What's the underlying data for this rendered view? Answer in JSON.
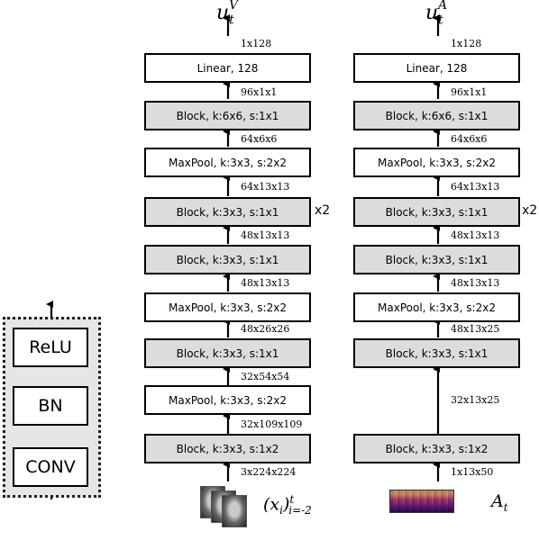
{
  "legend": {
    "relu": "ReLU",
    "bn": "BN",
    "conv": "CONV"
  },
  "visual": {
    "title_base": "u",
    "title_sub": "t",
    "title_sup": "V",
    "repeat_marker": "x2",
    "input_label": "(x",
    "input_label_sub": "i",
    "input_label_mid": ")",
    "input_label_sup": "t",
    "input_label_range": "i=-2",
    "layers": [
      {
        "label": "Linear, 128",
        "style": "white",
        "out": "1x128"
      },
      {
        "label": "Block, k:6x6, s:1x1",
        "style": "gray",
        "out": "96x1x1"
      },
      {
        "label": "MaxPool, k:3x3, s:2x2",
        "style": "white",
        "out": "64x6x6"
      },
      {
        "label": "Block, k:3x3, s:1x1",
        "style": "gray",
        "out": "64x13x13"
      },
      {
        "label": "Block, k:3x3, s:1x1",
        "style": "gray",
        "out": "48x13x13"
      },
      {
        "label": "MaxPool, k:3x3, s:2x2",
        "style": "white",
        "out": "48x13x13"
      },
      {
        "label": "Block, k:3x3, s:1x1",
        "style": "gray",
        "out": "48x26x26"
      },
      {
        "label": "MaxPool, k:3x3, s:2x2",
        "style": "white",
        "out": "32x54x54"
      },
      {
        "label": "Block, k:3x3, s:1x2",
        "style": "gray",
        "out": "32x109x109"
      }
    ],
    "input_dim": "3x224x224"
  },
  "audio": {
    "title_base": "u",
    "title_sub": "t",
    "title_sup": "A",
    "repeat_marker": "x2",
    "input_label": "A",
    "input_label_sub": "t",
    "layers": [
      {
        "label": "Linear, 128",
        "style": "white",
        "out": "1x128"
      },
      {
        "label": "Block, k:6x6, s:1x1",
        "style": "gray",
        "out": "96x1x1"
      },
      {
        "label": "MaxPool, k:3x3, s:2x2",
        "style": "white",
        "out": "64x6x6"
      },
      {
        "label": "Block, k:3x3, s:1x1",
        "style": "gray",
        "out": "64x13x13"
      },
      {
        "label": "Block, k:3x3, s:1x1",
        "style": "gray",
        "out": "48x13x13"
      },
      {
        "label": "MaxPool, k:3x3, s:2x2",
        "style": "white",
        "out": "48x13x13"
      },
      {
        "label": "Block, k:3x3, s:1x1",
        "style": "gray",
        "out": "48x13x25"
      },
      {
        "label": "Block, k:3x3, s:1x2",
        "style": "gray",
        "out": "32x13x25"
      }
    ],
    "input_dim": "1x13x50"
  }
}
